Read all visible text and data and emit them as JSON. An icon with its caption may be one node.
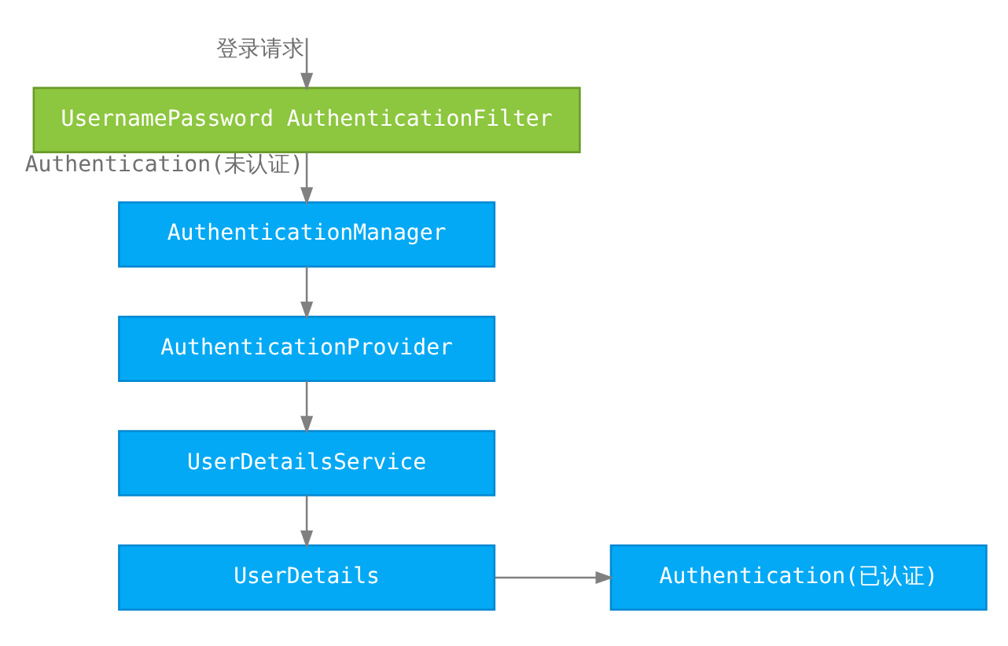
{
  "diagram": {
    "nodes": [
      {
        "text": [
          "UsernamePassword AuthenticationFilter"
        ]
      },
      {
        "text": [
          "AuthenticationManager"
        ]
      },
      {
        "text": [
          "AuthenticationProvider"
        ]
      },
      {
        "text": [
          "UserDetailsService"
        ]
      },
      {
        "text": [
          "UserDetails"
        ]
      },
      {
        "text": [
          "Authentication(已认证)"
        ]
      }
    ],
    "edges": [
      {
        "from": null,
        "to": 0,
        "arrow": "to",
        "label": "登录请求"
      },
      {
        "from": 0,
        "to": 1,
        "arrow": "to",
        "label": "Authentication(未认证)"
      },
      {
        "from": 1,
        "to": 2,
        "arrow": "to"
      },
      {
        "from": 2,
        "to": 3,
        "arrow": "to"
      },
      {
        "from": 3,
        "to": 4,
        "arrow": "to"
      },
      {
        "from": 4,
        "to": 5,
        "arrow": "to"
      }
    ]
  }
}
